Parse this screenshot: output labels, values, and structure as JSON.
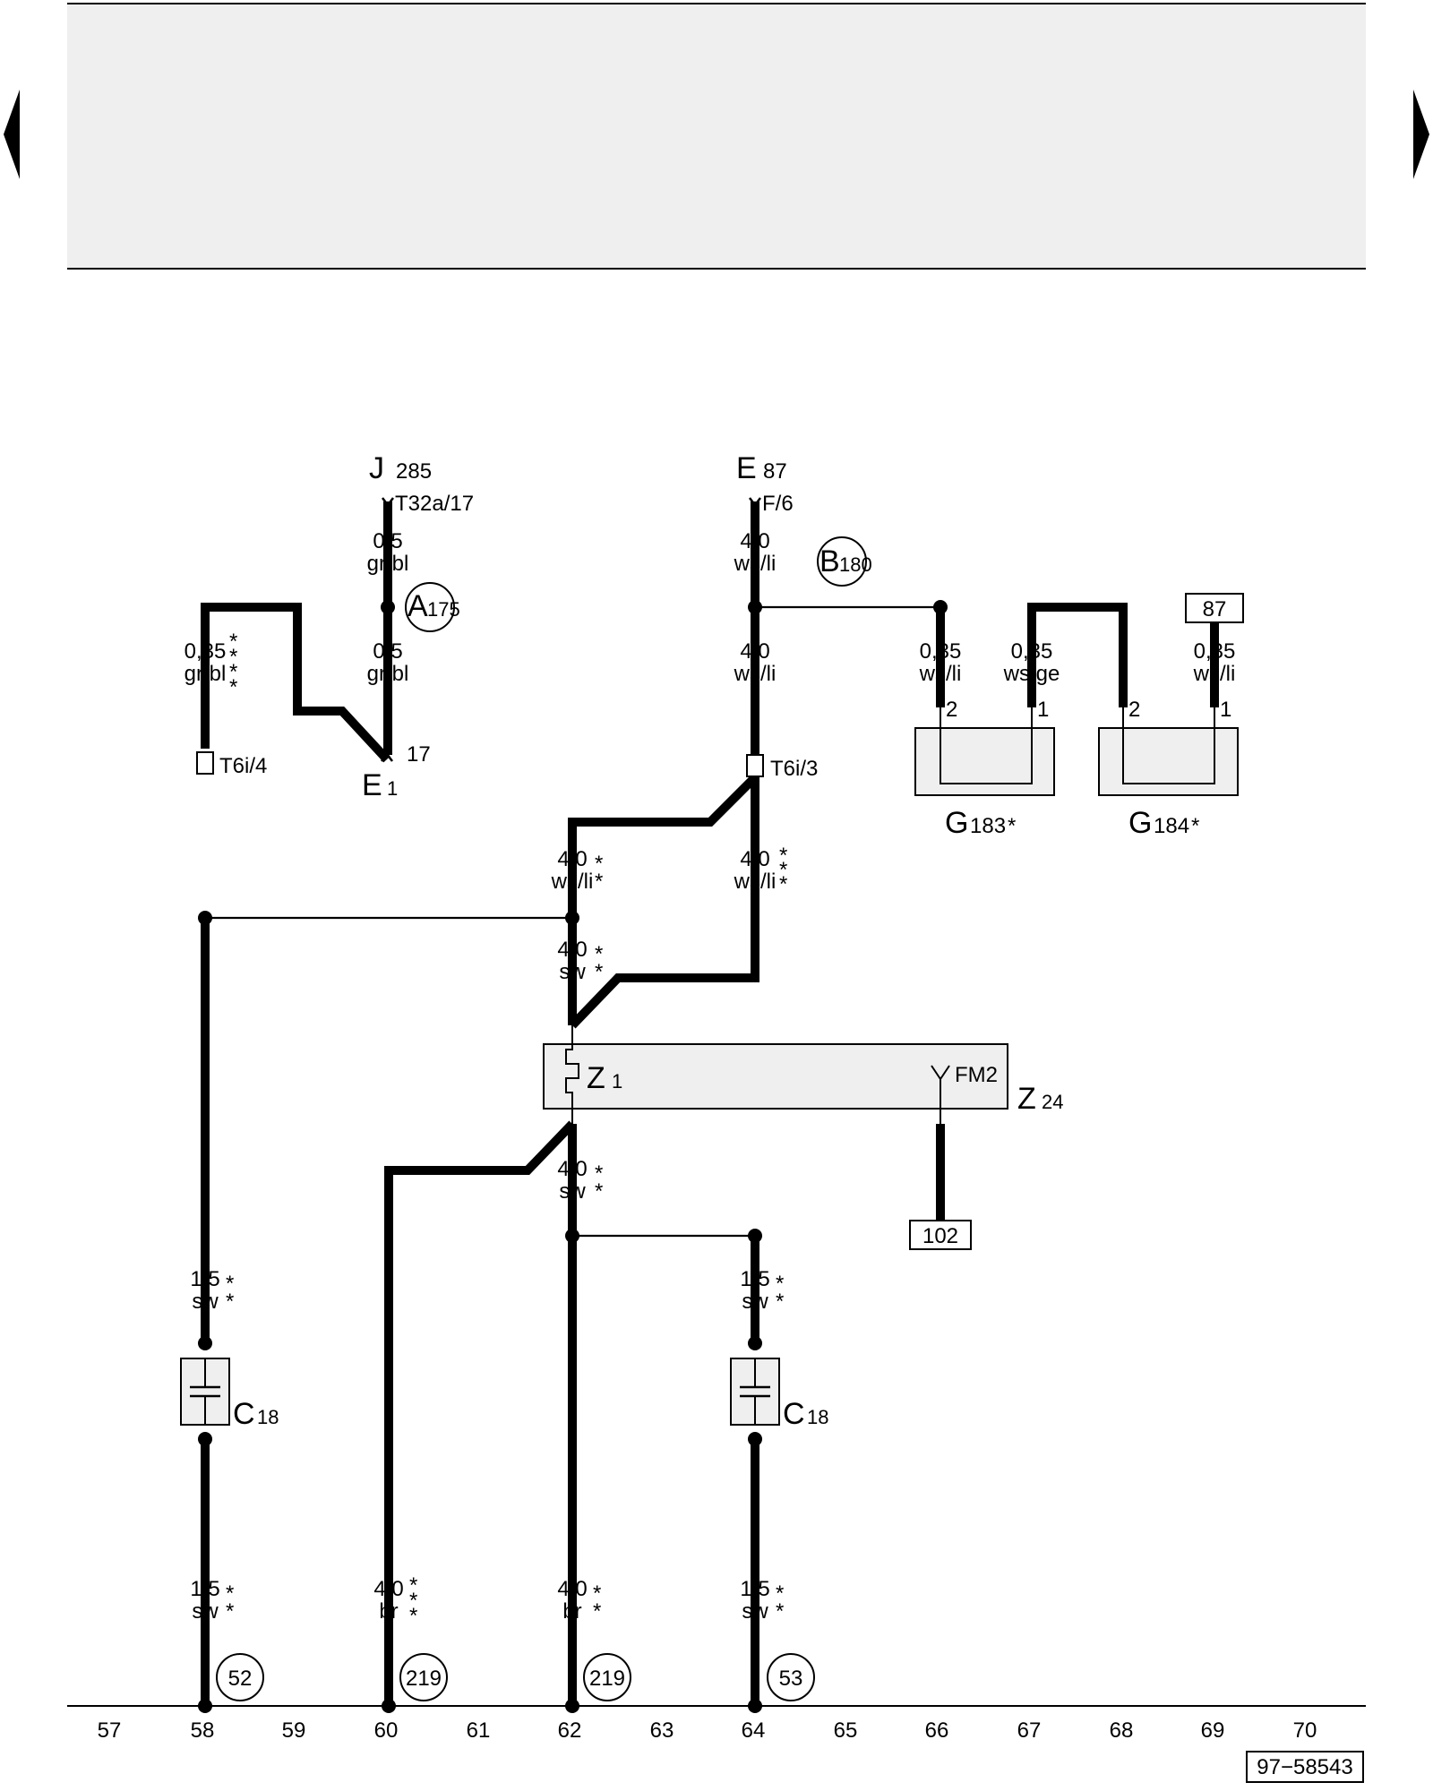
{
  "components": {
    "j285": {
      "letter": "J",
      "number": "285",
      "connector": "T32a/17"
    },
    "e87": {
      "letter": "E",
      "number": "87",
      "connector": "F/6"
    },
    "e1": {
      "letter": "E",
      "number": "1",
      "pin": "17"
    },
    "a175": {
      "letter": "A",
      "number": "175"
    },
    "b180": {
      "letter": "B",
      "number": "180"
    },
    "g183": {
      "letter": "G",
      "number": "183",
      "mark": "*"
    },
    "g184": {
      "letter": "G",
      "number": "184",
      "mark": "*"
    },
    "z1": {
      "letter": "Z",
      "number": "1"
    },
    "z24": {
      "letter": "Z",
      "number": "24",
      "connector": "FM2"
    },
    "c18_left": {
      "letter": "C",
      "number": "18"
    },
    "c18_right": {
      "letter": "C",
      "number": "18"
    },
    "t6i4": {
      "label": "T6i/4"
    },
    "t6i3": {
      "label": "T6i/3"
    }
  },
  "wires": {
    "w1_size": "0,5",
    "w1_color": "gr/bl",
    "w2_size": "0,5",
    "w2_color": "gr/bl",
    "w3_size": "0,35",
    "w3_color": "gr/bl",
    "w4_size": "4,0",
    "w4_color": "ws/li",
    "w5_size": "4,0",
    "w5_color": "ws/li",
    "w6_size": "0,35",
    "w6_color": "ws/li",
    "w7_size": "0,35",
    "w7_color": "ws/ge",
    "w8_size": "0,35",
    "w8_color": "ws/li",
    "w9_size": "4,0",
    "w9_color": "ws/li",
    "w10_size": "4,0",
    "w10_color": "ws/li",
    "w11_size": "4,0",
    "w11_color": "sw",
    "w12_size": "4,0",
    "w12_color": "sw",
    "w13_size": "1,5",
    "w13_color": "sw",
    "w14_size": "1,5",
    "w14_color": "sw",
    "w15_size": "1,5",
    "w15_color": "sw",
    "w16_size": "4,0",
    "w16_color": "br",
    "w17_size": "4,0",
    "w17_color": "br",
    "w18_size": "1,5",
    "w18_color": "sw"
  },
  "pins": {
    "g183_2": "2",
    "g183_1": "1",
    "g184_2": "2",
    "g184_1": "1"
  },
  "refs": {
    "r87": "87",
    "r102": "102",
    "r52": "52",
    "r219a": "219",
    "r219b": "219",
    "r53": "53"
  },
  "grid": [
    "57",
    "58",
    "59",
    "60",
    "61",
    "62",
    "63",
    "64",
    "65",
    "66",
    "67",
    "68",
    "69",
    "70"
  ],
  "drawing_id": "97−58543",
  "star": "*"
}
